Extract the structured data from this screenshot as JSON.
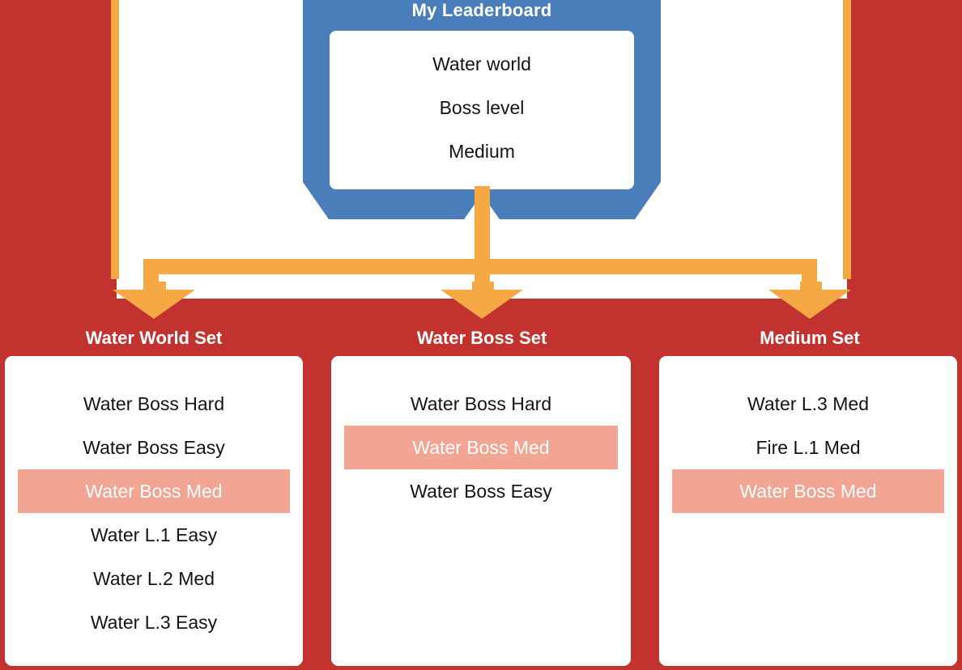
{
  "colors": {
    "background_red": "#c2332f",
    "panel_white": "#ffffff",
    "leaderboard_blue": "#4a7ebb",
    "connector_orange": "#f5a844",
    "highlight_salmon": "#f2a593",
    "text_dark": "#141414",
    "text_light": "#ffffff"
  },
  "leaderboard": {
    "title": "My Leaderboard",
    "rows": [
      "Water world",
      "Boss level",
      "Medium"
    ]
  },
  "sets": [
    {
      "heading": "Water World Set",
      "items": [
        {
          "label": "Water Boss Hard",
          "highlighted": false
        },
        {
          "label": "Water Boss Easy",
          "highlighted": false
        },
        {
          "label": "Water Boss Med",
          "highlighted": true
        },
        {
          "label": "Water L.1 Easy",
          "highlighted": false
        },
        {
          "label": "Water L.2 Med",
          "highlighted": false
        },
        {
          "label": "Water L.3 Easy",
          "highlighted": false
        }
      ]
    },
    {
      "heading": "Water Boss Set",
      "items": [
        {
          "label": "Water Boss Hard",
          "highlighted": false
        },
        {
          "label": "Water Boss Med",
          "highlighted": true
        },
        {
          "label": "Water Boss Easy",
          "highlighted": false
        }
      ]
    },
    {
      "heading": "Medium Set",
      "items": [
        {
          "label": "Water L.3 Med",
          "highlighted": false
        },
        {
          "label": "Fire L.1 Med",
          "highlighted": false
        },
        {
          "label": "Water Boss Med",
          "highlighted": true
        }
      ]
    }
  ]
}
